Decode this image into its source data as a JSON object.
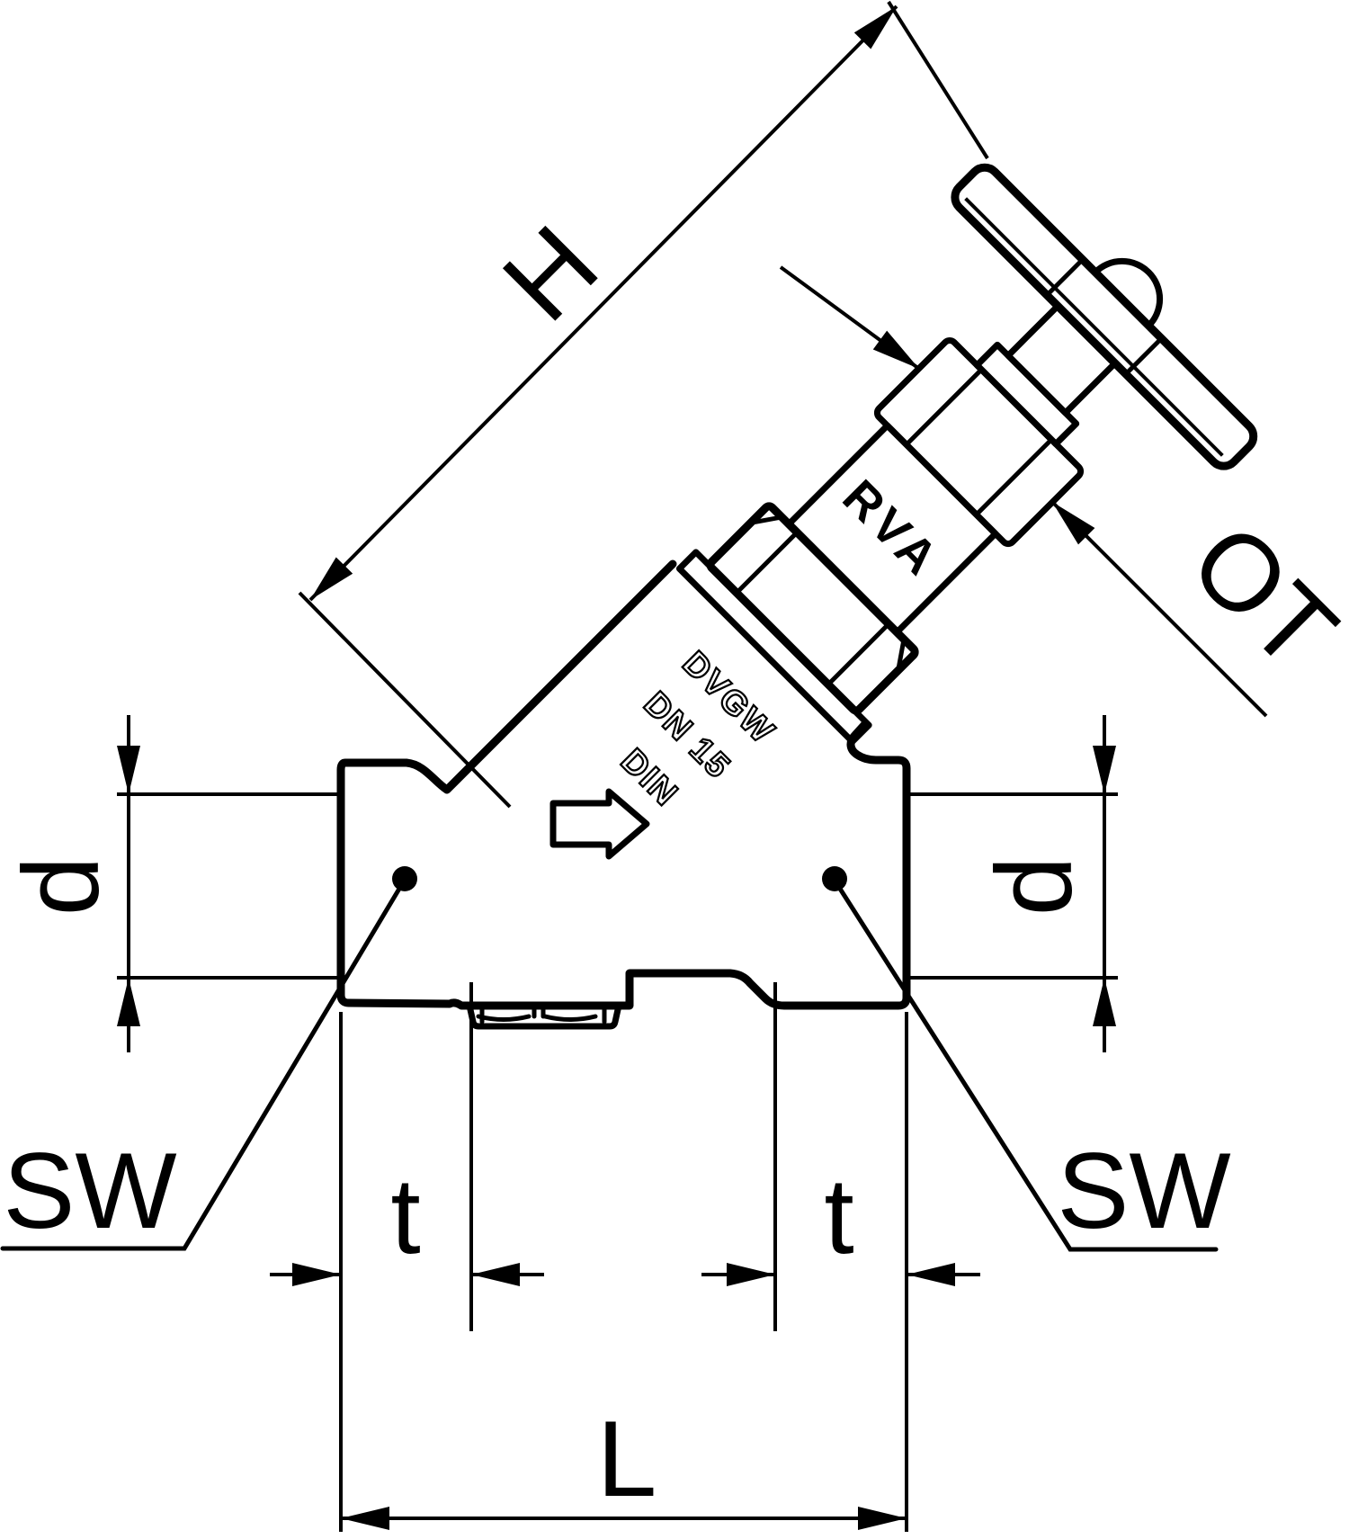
{
  "drawing": {
    "title": "Inclined seat shut-off valve - dimensional technical drawing",
    "type": "engineering-line-drawing",
    "colors": {
      "line": "#000000",
      "background": "#ffffff"
    }
  },
  "labels": {
    "h": "H",
    "ot": "OT",
    "d_left": "d",
    "d_right": "d",
    "sw_left": "SW",
    "sw_right": "SW",
    "t_left": "t",
    "t_right": "t",
    "l": "L"
  },
  "markings": {
    "stamp": "RVA",
    "cast_line1": "DVGW",
    "cast_line2": "DN 15",
    "cast_line3": "DIN"
  },
  "icons": {
    "flow_arrow": "flow-direction-arrow",
    "leader_dot": "callout-dot"
  }
}
